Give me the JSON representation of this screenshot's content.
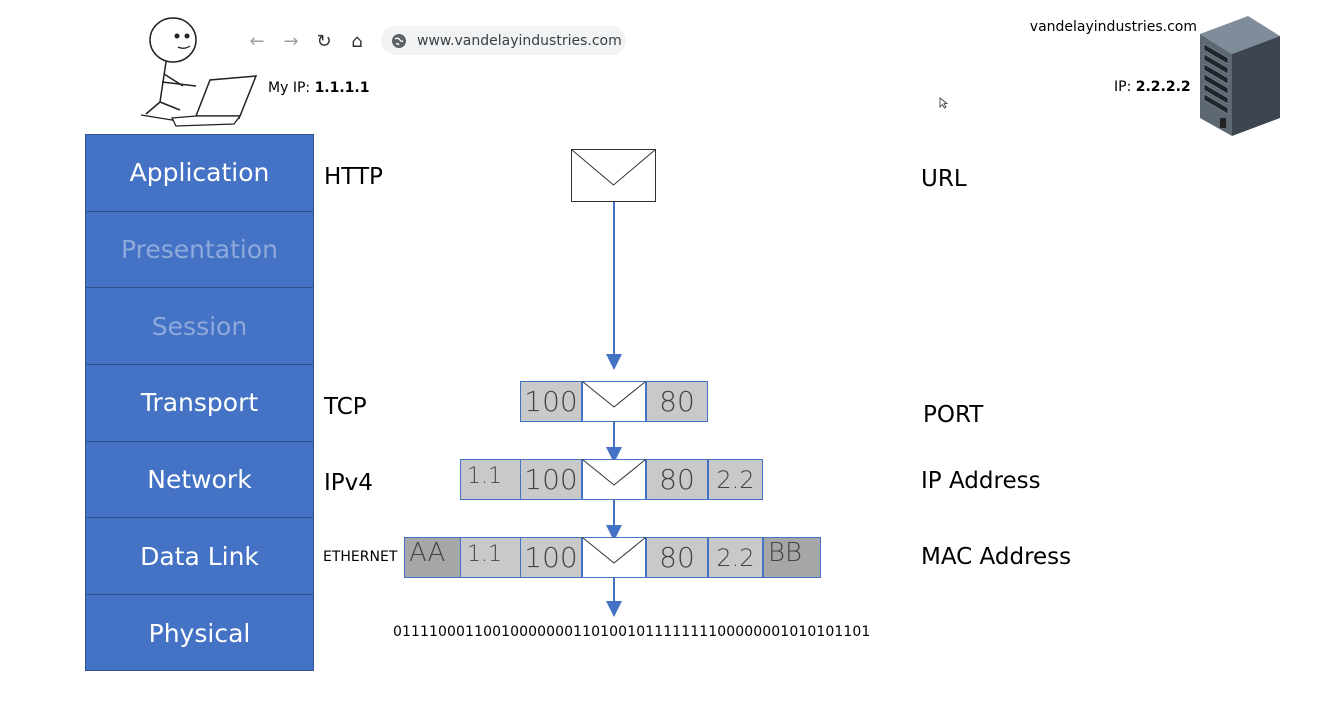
{
  "browser": {
    "url": "www.vandelayindustries.com",
    "icons": [
      "back-arrow-icon",
      "forward-arrow-icon",
      "reload-icon",
      "home-icon",
      "globe-icon"
    ]
  },
  "client": {
    "ip_label": "My IP: ",
    "ip_value": "1.1.1.1"
  },
  "server": {
    "hostname": "vandelayindustries.com",
    "ip_label": "IP: ",
    "ip_value": "2.2.2.2"
  },
  "osi_layers": [
    {
      "label": "Application",
      "dim": false
    },
    {
      "label": "Presentation",
      "dim": true
    },
    {
      "label": "Session",
      "dim": true
    },
    {
      "label": "Transport",
      "dim": false
    },
    {
      "label": "Network",
      "dim": false
    },
    {
      "label": "Data Link",
      "dim": false
    },
    {
      "label": "Physical",
      "dim": false
    }
  ],
  "protocols": {
    "application": "HTTP",
    "transport": "TCP",
    "network": "IPv4",
    "datalink": "ETHERNET"
  },
  "addressing": {
    "application": "URL",
    "transport": "PORT",
    "network": "IP Address",
    "datalink": "MAC Address"
  },
  "packet_fields": {
    "src_port": "100",
    "dst_port": "80",
    "src_ip": "1.1",
    "dst_ip": "2.2",
    "src_mac": "AA",
    "dst_mac": "BB"
  },
  "physical_bits": "01111000110010000000110100101111111100000001010101101",
  "colors": {
    "layer_fill": "#4472c4",
    "layer_border": "#2f528f",
    "dim_text": "#8fa9dd",
    "cell_gray": "#c9c9c9",
    "mac_gray": "#a6a6a6",
    "arrow": "#4472c4"
  }
}
